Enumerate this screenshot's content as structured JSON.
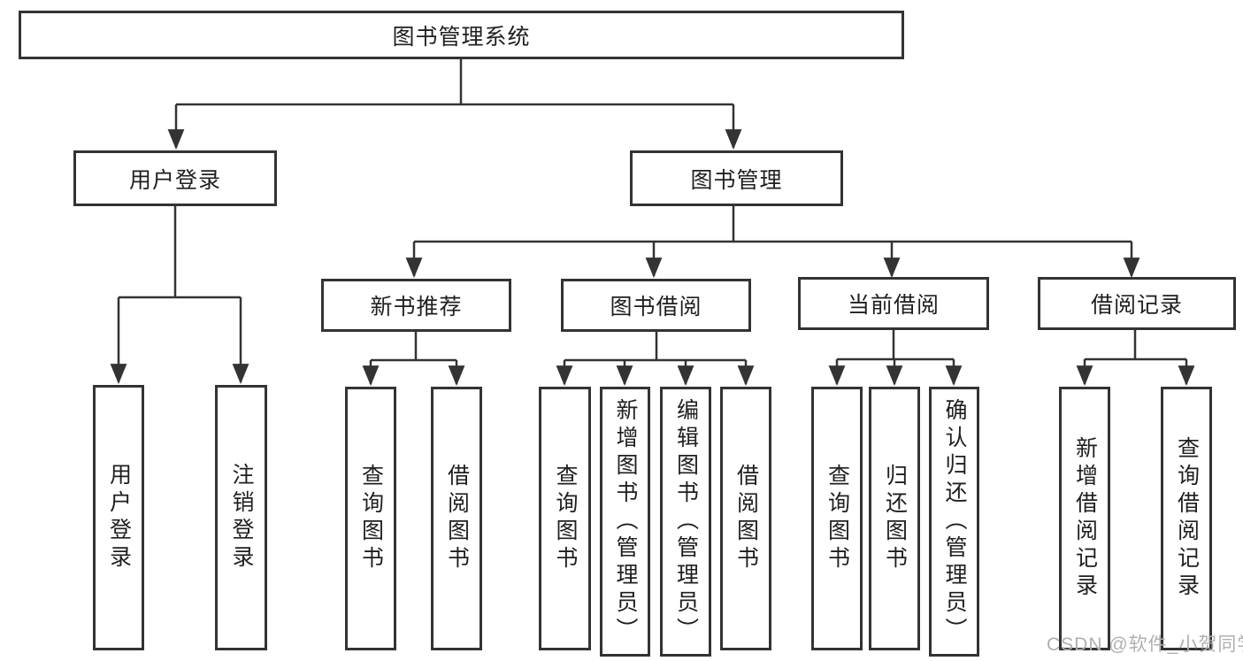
{
  "colors": {
    "line": "#333333",
    "text": "#1f1f1f",
    "background": "#ffffff",
    "watermark": "#b0b0b0"
  },
  "watermark": "CSDN @软件_小贺同学",
  "tree": {
    "root": {
      "label": "图书管理系统"
    },
    "branches": [
      {
        "label": "用户登录",
        "children": [
          {
            "label": "用户登录"
          },
          {
            "label": "注销登录"
          }
        ]
      },
      {
        "label": "图书管理",
        "children": [
          {
            "label": "新书推荐",
            "children": [
              {
                "label": "查询图书"
              },
              {
                "label": "借阅图书"
              }
            ]
          },
          {
            "label": "图书借阅",
            "children": [
              {
                "label": "查询图书"
              },
              {
                "label": "新增图书（管理员）"
              },
              {
                "label": "编辑图书（管理员）"
              },
              {
                "label": "借阅图书"
              }
            ]
          },
          {
            "label": "当前借阅",
            "children": [
              {
                "label": "查询图书"
              },
              {
                "label": "归还图书"
              },
              {
                "label": "确认归还（管理员）"
              }
            ]
          },
          {
            "label": "借阅记录",
            "children": [
              {
                "label": "新增借阅记录"
              },
              {
                "label": "查询借阅记录"
              }
            ]
          }
        ]
      }
    ]
  }
}
